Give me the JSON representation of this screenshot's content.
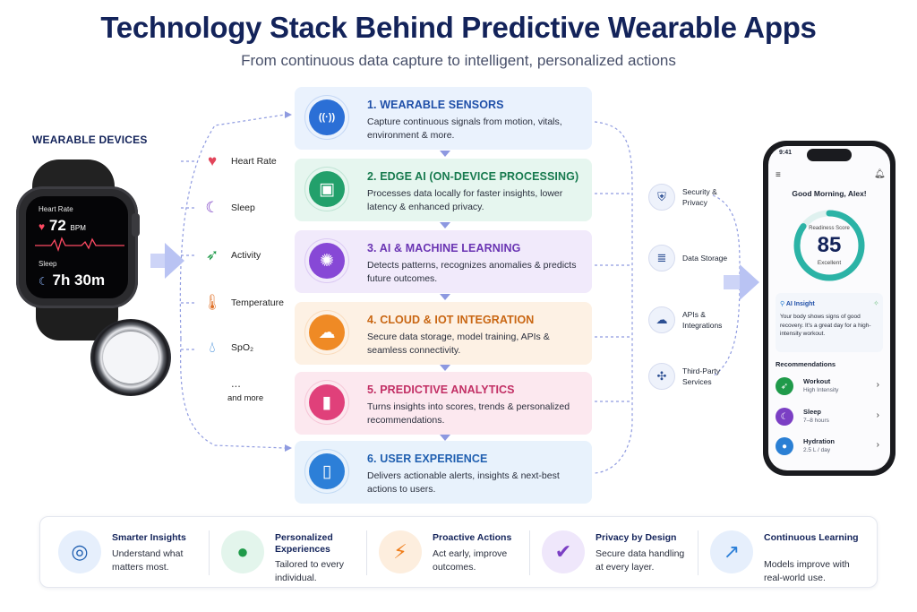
{
  "title": "Technology Stack Behind Predictive Wearable Apps",
  "subtitle": "From continuous data capture to intelligent, personalized actions",
  "wearables": {
    "heading": "WEARABLE DEVICES",
    "watch": {
      "heart_label": "Heart Rate",
      "heart_value": "72",
      "heart_unit": "BPM",
      "sleep_label": "Sleep",
      "sleep_value": "7h 30m"
    }
  },
  "signals": [
    {
      "label": "Heart Rate",
      "icon": "heart-icon",
      "color": "#e2455a"
    },
    {
      "label": "Sleep",
      "icon": "moon-icon",
      "color": "#7b3fc4"
    },
    {
      "label": "Activity",
      "icon": "running-icon",
      "color": "#1f9a4a"
    },
    {
      "label": "Temperature",
      "icon": "thermometer-icon",
      "color": "#e0732b"
    },
    {
      "label": "SpO₂",
      "icon": "droplet-icon",
      "color": "#2a7fd4"
    },
    {
      "label": "and more",
      "icon": "ellipsis-icon",
      "color": "#444444",
      "mark": "..."
    }
  ],
  "stack": [
    {
      "title": "1. WEARABLE SENSORS",
      "desc": "Capture continuous signals from motion, vitals, environment & more.",
      "bg": "#eaf2fd",
      "accent": "#2b6fd6",
      "title_color": "#1f4fa8",
      "icon": "sensor-icon",
      "glyph": "((·))"
    },
    {
      "title": "2. EDGE AI (ON-DEVICE PROCESSING)",
      "desc": "Processes data locally for faster insights, lower latency & enhanced privacy.",
      "bg": "#e6f6ef",
      "accent": "#22a06b",
      "title_color": "#177a4e",
      "icon": "chip-icon",
      "glyph": "▣"
    },
    {
      "title": "3. AI & MACHINE LEARNING",
      "desc": "Detects patterns, recognizes anomalies & predicts future outcomes.",
      "bg": "#f1eafb",
      "accent": "#8748d6",
      "title_color": "#6a34b3",
      "icon": "brain-icon",
      "glyph": "✺"
    },
    {
      "title": "4. CLOUD & IOT INTEGRATION",
      "desc": "Secure data storage, model training, APIs & seamless connectivity.",
      "bg": "#fdf1e4",
      "accent": "#ef8a25",
      "title_color": "#c96612",
      "icon": "cloud-upload-icon",
      "glyph": "☁"
    },
    {
      "title": "5. PREDICTIVE ANALYTICS",
      "desc": "Turns insights into scores, trends & personalized recommendations.",
      "bg": "#fce8ef",
      "accent": "#e0407a",
      "title_color": "#c22e64",
      "icon": "bar-chart-icon",
      "glyph": "▮"
    },
    {
      "title": "6. USER EXPERIENCE",
      "desc": "Delivers actionable alerts, insights & next-best actions to users.",
      "bg": "#e8f2fc",
      "accent": "#2c7fd8",
      "title_color": "#1f5fb0",
      "icon": "phone-tap-icon",
      "glyph": "▯"
    }
  ],
  "services": [
    {
      "label": "Security & Privacy",
      "icon": "shield-icon",
      "glyph": "⛨"
    },
    {
      "label": "Data Storage",
      "icon": "database-icon",
      "glyph": "≣"
    },
    {
      "label": "APIs & Integrations",
      "icon": "cloud-icon",
      "glyph": "☁"
    },
    {
      "label": "Third-Party Services",
      "icon": "network-icon",
      "glyph": "✣"
    }
  ],
  "phone": {
    "time": "9:41",
    "greeting": "Good Morning, Alex!",
    "readiness_label": "Readiness Score",
    "readiness_value": "85",
    "readiness_fraction": 0.85,
    "readiness_status": "Excellent",
    "insight_label": "AI Insight",
    "insight_text": "Your body shows signs of good recovery. It's a great day for a high-intensity workout.",
    "recommendations_heading": "Recommendations",
    "recommendations": [
      {
        "title": "Workout",
        "sub": "High Intensity",
        "icon": "running-icon",
        "color": "#1f9a4a",
        "glyph": "➶"
      },
      {
        "title": "Sleep",
        "sub": "7–8 hours",
        "icon": "moon-icon",
        "color": "#7b3fc4",
        "glyph": "☾"
      },
      {
        "title": "Hydration",
        "sub": "2.5 L / day",
        "icon": "droplet-icon",
        "color": "#2a7fd4",
        "glyph": "●"
      }
    ]
  },
  "benefits": [
    {
      "title": "Smarter Insights",
      "desc": "Understand what matters most.",
      "icon": "target-icon",
      "bg": "#e6effc",
      "fg": "#1f5fb0",
      "glyph": "◎"
    },
    {
      "title": "Personalized Experiences",
      "desc": "Tailored to every individual.",
      "icon": "user-icon",
      "bg": "#e3f5ec",
      "fg": "#1f9a4a",
      "glyph": "●"
    },
    {
      "title": "Proactive Actions",
      "desc": "Act early, improve outcomes.",
      "icon": "lightning-icon",
      "bg": "#fdeede",
      "fg": "#ef7d1a",
      "glyph": "⚡"
    },
    {
      "title": "Privacy by Design",
      "desc": "Secure data handling at every layer.",
      "icon": "shield-check-icon",
      "bg": "#efe7fb",
      "fg": "#7b3fc4",
      "glyph": "✔"
    },
    {
      "title": "Continuous Learning",
      "desc": "Models improve with real-world use.",
      "icon": "trend-chart-icon",
      "bg": "#e6effc",
      "fg": "#2c7fd8",
      "glyph": "↗"
    }
  ]
}
